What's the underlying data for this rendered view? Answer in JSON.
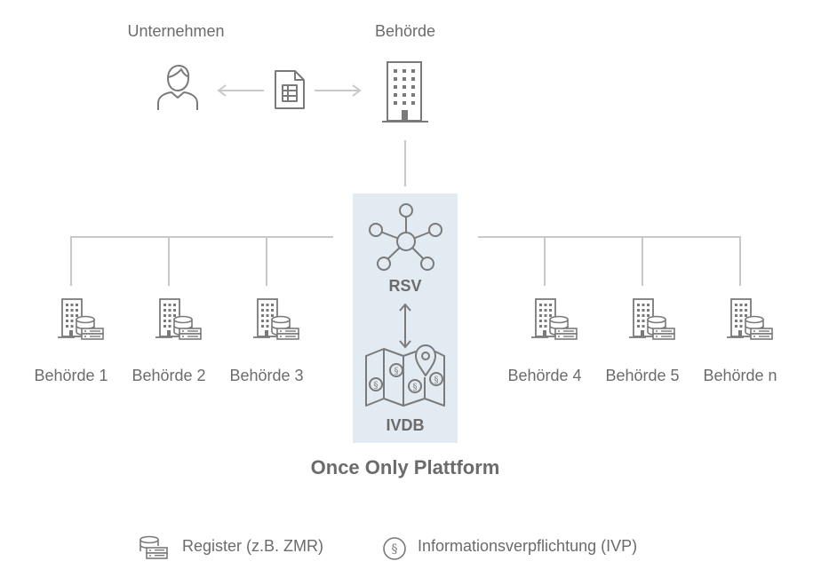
{
  "top": {
    "company_label": "Unternehmen",
    "authority_label": "Behörde"
  },
  "platform": {
    "title": "Once Only Plattform",
    "rsv_label": "RSV",
    "ivdb_label": "IVDB"
  },
  "authorities_left": [
    {
      "label": "Behörde 1"
    },
    {
      "label": "Behörde 2"
    },
    {
      "label": "Behörde 3"
    }
  ],
  "authorities_right": [
    {
      "label": "Behörde 4"
    },
    {
      "label": "Behörde 5"
    },
    {
      "label": "Behörde n"
    }
  ],
  "legend": {
    "register_label": "Register (z.B. ZMR)",
    "obligation_label": "Informationsverpflichtung (IVP)"
  },
  "colors": {
    "icon": "#7a7a7a",
    "line": "#c8c8c8",
    "platform_bg": "#e2ebf1",
    "text": "#6b6b6b"
  }
}
